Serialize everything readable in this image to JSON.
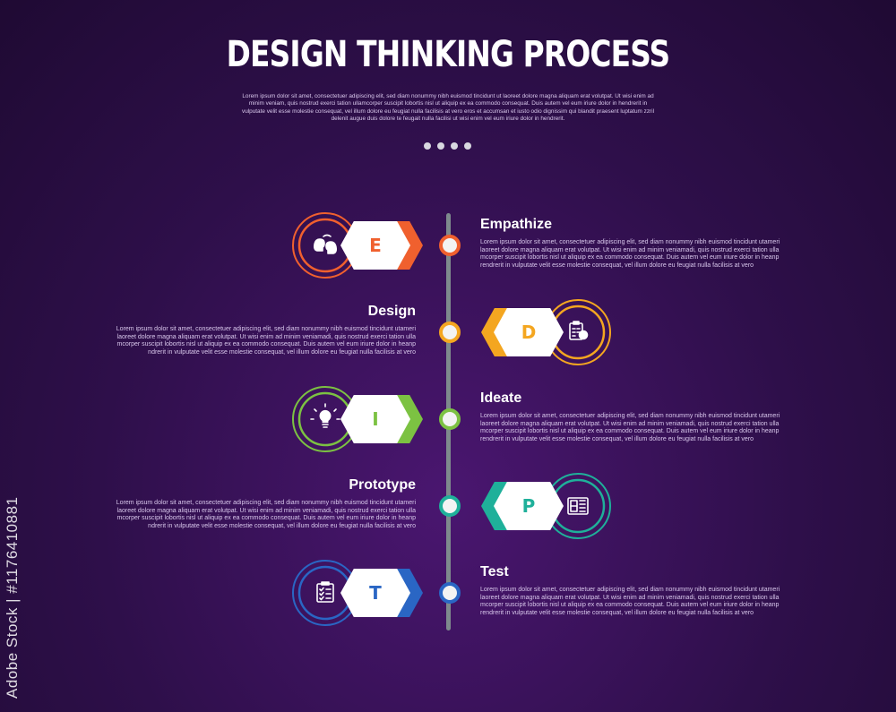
{
  "title": "DESIGN THINKING PROCESS",
  "intro": "Lorem ipsum dolor sit amet, consectetuer adipiscing elit, sed diam nonummy nibh euismod tincidunt ut laoreet dolore magna aliquam erat volutpat. Ut wisi enim ad minim veniam, quis nostrud exerci tation ullamcorper suscipit lobortis nisl ut aliquip ex ea commodo consequat. Duis autem vel eum iriure dolor in hendrerit in vulputate velit esse molestie consequat, vel illum dolore eu feugiat nulla facilisis at vero eros et accumsan et iusto odio dignissim qui blandit praesent luptatum zzril delenit augue duis dolore te feugait nulla facilisi ut wisi enim vel eum iriure dolor in hendrerit.",
  "stages": [
    {
      "name": "Empathize",
      "letter": "E",
      "side": "right",
      "color": "#f0602e",
      "icon": "empathy-heads-icon",
      "text": "Lorem ipsum dolor sit amet, consectetuer adipiscing elit, sed diam nonummy nibh euismod tincidunt utameri laoreet dolore magna aliquam erat volutpat. Ut wisi enim ad minim veniamadi, quis nostrud exerci tation ulla mcorper suscipit lobortis nisl ut aliquip ex ea commodo consequat. Duis autem vel eum iriure dolor in heanp rendrerit in vulputate velit esse molestie consequat, vel illum dolore eu feugiat nulla facilisis at vero"
    },
    {
      "name": "Design",
      "letter": "D",
      "side": "left",
      "color": "#f4a620",
      "icon": "clipboard-chart-icon",
      "text": "Lorem ipsum dolor sit amet, consectetuer adipiscing elit, sed diam nonummy nibh euismod tincidunt utameri laoreet dolore magna aliquam erat volutpat. Ut wisi enim ad minim veniamadi, quis nostrud exerci tation ulla mcorper suscipit lobortis nisl ut aliquip ex ea commodo consequat. Duis autem vel eum iriure dolor in heanp ndrerit in vulputate velit esse molestie consequat, vel illum dolore eu feugiat nulla facilisis at vero"
    },
    {
      "name": "Ideate",
      "letter": "I",
      "side": "right",
      "color": "#7cc242",
      "icon": "lightbulb-icon",
      "text": "Lorem ipsum dolor sit amet, consectetuer adipiscing elit, sed diam nonummy nibh euismod tincidunt utameri laoreet dolore magna aliquam erat volutpat. Ut wisi enim ad minim veniamadi, quis nostrud exerci tation ulla mcorper suscipit lobortis nisl ut aliquip ex ea commodo consequat. Duis autem vel eum iriure dolor in heanp rendrerit in vulputate velit esse molestie consequat, vel illum dolore eu feugiat nulla facilisis at vero"
    },
    {
      "name": "Prototype",
      "letter": "P",
      "side": "left",
      "color": "#1fb09a",
      "icon": "blueprint-icon",
      "text": "Lorem ipsum dolor sit amet, consectetuer adipiscing elit, sed diam nonummy nibh euismod tincidunt utameri laoreet dolore magna aliquam erat volutpat. Ut wisi enim ad minim veniamadi, quis nostrud exerci tation ulla mcorper suscipit lobortis nisl ut aliquip ex ea commodo consequat. Duis autem vel eum iriure dolor in heanp ndrerit in vulputate velit esse molestie consequat, vel illum dolore eu feugiat nulla facilisis at vero"
    },
    {
      "name": "Test",
      "letter": "T",
      "side": "right",
      "color": "#2a66c4",
      "icon": "checklist-icon",
      "text": "Lorem ipsum dolor sit amet, consectetuer adipiscing elit, sed diam nonummy nibh euismod tincidunt utameri laoreet dolore magna aliquam erat volutpat. Ut wisi enim ad minim veniamadi, quis nostrud exerci tation ulla mcorper suscipit lobortis nisl ut aliquip ex ea commodo consequat. Duis autem vel eum iriure dolor in heanp rendrerit in vulputate velit esse molestie consequat, vel illum dolore eu feugiat nulla facilisis at vero"
    }
  ],
  "watermark": "Adobe Stock | #1176410881"
}
